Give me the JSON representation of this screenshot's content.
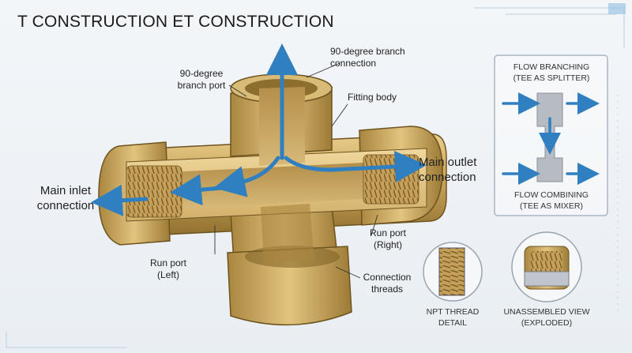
{
  "title": "T CONSTRUCTION ET CONSTRUCTION",
  "labels": {
    "branch_port": "90-degree\nbranch port",
    "branch_connection": "90-degree branch\nconnection",
    "fitting_body": "Fitting body",
    "main_inlet": "Main inlet\nconnection",
    "main_outlet": "Main outlet\nconnection",
    "run_port_left": "Run port\n(Left)",
    "run_port_right": "Run port\n(Right)",
    "connection_threads": "Connection\nthreads"
  },
  "insets": {
    "flow_branching": "FLOW BRANCHING\n(TEE AS SPLITTER)",
    "flow_combining": "FLOW COMBINING\n(TEE AS MIXER)",
    "npt_thread": "NPT THREAD\nDETAIL",
    "unassembled": "UNASSEMBLED VIEW\n(EXPLODED)"
  },
  "colors": {
    "brass": "#c9a55c",
    "brass_dark": "#8f6f2e",
    "flow_arrow": "#2f7fc1",
    "accent": "#6fb0e0"
  }
}
